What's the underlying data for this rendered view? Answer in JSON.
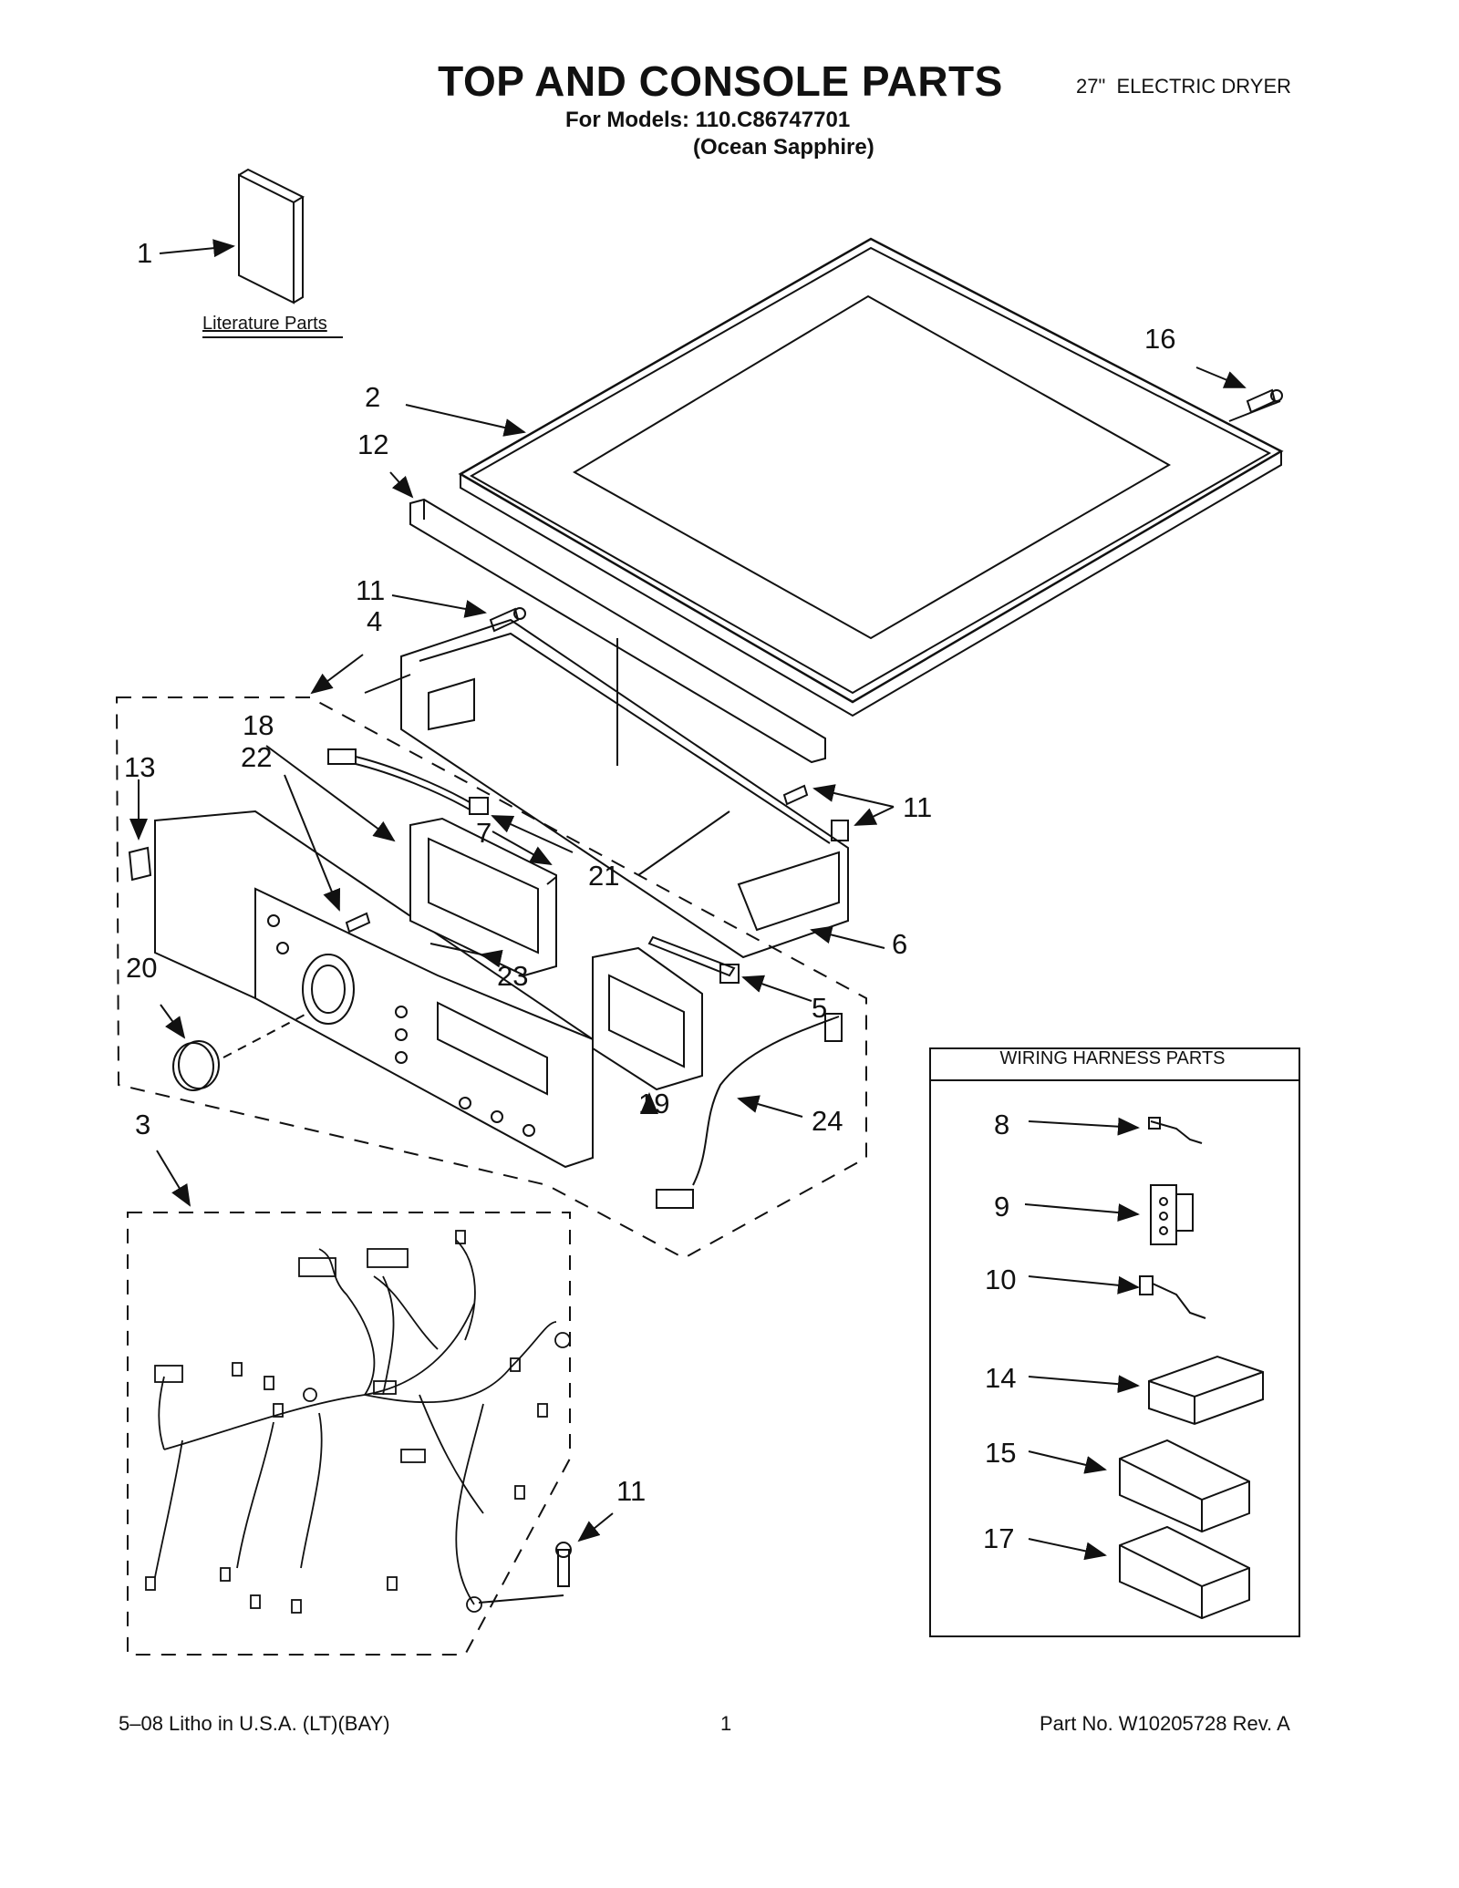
{
  "header": {
    "title": "TOP AND CONSOLE PARTS",
    "product": "27\"  ELECTRIC DRYER",
    "models_line": "For Models: 110.C86747701",
    "variant_line": "(Ocean Sapphire)"
  },
  "literature_label": "Literature Parts",
  "wiring_harness_title": "WIRING HARNESS PARTS",
  "callouts": {
    "c1": "1",
    "c2": "2",
    "c12": "12",
    "c16": "16",
    "c11a": "11",
    "c4": "4",
    "c18": "18",
    "c22": "22",
    "c13": "13",
    "c7": "7",
    "c21": "21",
    "c11b": "11",
    "c6": "6",
    "c23": "23",
    "c20": "20",
    "c5": "5",
    "c19": "19",
    "c24": "24",
    "c3": "3",
    "c11c": "11",
    "c8": "8",
    "c9": "9",
    "c10": "10",
    "c14": "14",
    "c15": "15",
    "c17": "17"
  },
  "footer": {
    "left": "5–08 Litho in U.S.A. (LT)(BAY)",
    "center": "1",
    "right": "Part No. W10205728 Rev. A"
  }
}
